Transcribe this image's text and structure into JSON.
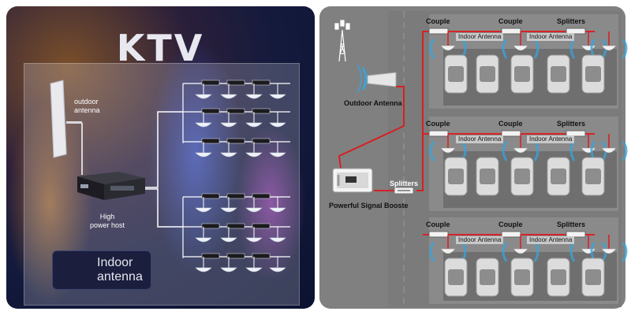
{
  "left": {
    "title": "KTV",
    "outdoor_antenna_label": "outdoor\nantenna",
    "host_label": "High\npower host",
    "indoor_badge_label": "Indoor\nantenna"
  },
  "right": {
    "outdoor_antenna_label": "Outdoor Antenna",
    "booster_label": "Powerful Signal Booste",
    "main_splitter_label": "Splitters",
    "rows": [
      {
        "couple_labels": [
          "Couple",
          "Couple"
        ],
        "splitter_label": "Splitters",
        "indoor_labels": [
          "Indoor Antenna",
          "Indoor Antenna"
        ]
      },
      {
        "couple_labels": [
          "Couple",
          "Couple"
        ],
        "splitter_label": "Splitters",
        "indoor_labels": [
          "Indoor Antenna",
          "Indoor Antenna"
        ]
      },
      {
        "couple_labels": [
          "Couple",
          "Couple"
        ],
        "splitter_label": "Splitters",
        "indoor_labels": [
          "Indoor Antenna",
          "Indoor Antenna"
        ]
      }
    ]
  },
  "colors": {
    "cable_red": "#e0161b",
    "cable_white": "#ffffff",
    "wave_blue": "#3aa3d8",
    "parking_gray": "#7b7b7b"
  }
}
